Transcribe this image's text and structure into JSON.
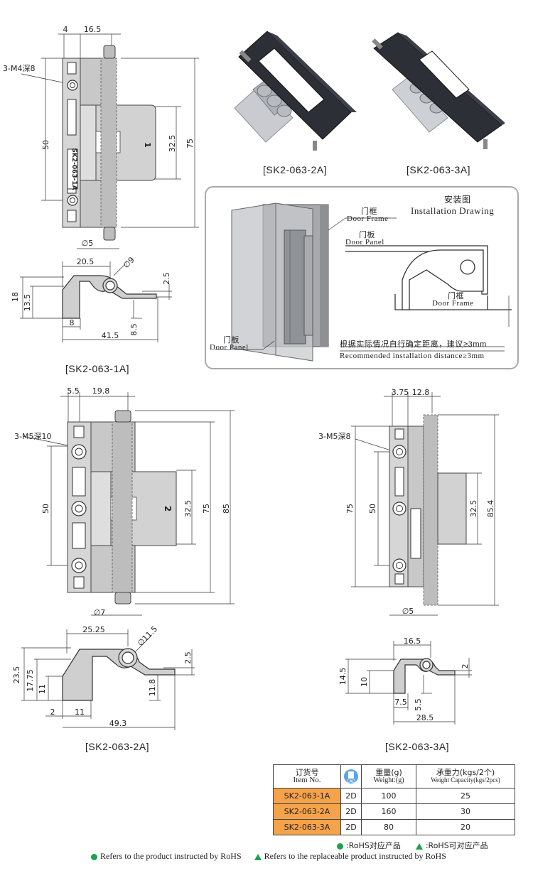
{
  "drawing_1a": {
    "top_dims": [
      "4",
      "16.5"
    ],
    "thread": "3-M4深8",
    "left_dim": "50",
    "right_dims": [
      "32.5",
      "75"
    ],
    "bottom_dim": "∅5",
    "part_mark": "SK2-063-1A",
    "side": {
      "width": "20.5",
      "hole": "∅9",
      "thick": "2.5",
      "h1": "18",
      "h2": "13.5",
      "b1": "8",
      "b2": "8.5",
      "total": "41.5"
    },
    "caption": "[SK2-063-1A]"
  },
  "photos": {
    "caption_2a": "[SK2-063-2A]",
    "caption_3a": "[SK2-063-3A]"
  },
  "installation": {
    "title_cn": "安装图",
    "title_en": "Installation Drawing",
    "door_frame_cn": "门框",
    "door_frame_en": "Door Frame",
    "door_panel_cn": "门板",
    "door_panel_en": "Door Panel",
    "door_frame2_cn": "门框",
    "door_frame2_en": "Door Frame",
    "door_panel2_cn": "门板",
    "door_panel2_en": "Door Panel",
    "note_cn": "根据实际情况自行确定距离，建议≥3mm",
    "note_en": "Recommended installation distance≥3mm"
  },
  "drawing_2a": {
    "top_dims": [
      "5.5",
      "19.8"
    ],
    "thread": "3-M5深10",
    "left_dim": "50",
    "right_dims": [
      "32.5",
      "75",
      "85"
    ],
    "bottom_dim": "∅7",
    "side": {
      "width": "25.25",
      "hole": "∅11.5",
      "thick": "2.5",
      "h1": "23.5",
      "h2": "17.75",
      "h3": "11",
      "b1": "2",
      "b2": "11",
      "b3": "11.8",
      "total": "49.3"
    },
    "caption": "[SK2-063-2A]"
  },
  "drawing_3a": {
    "top_dims": [
      "3.75",
      "12.8"
    ],
    "thread": "3-M5深8",
    "left_dims": [
      "75",
      "50"
    ],
    "right_dims": [
      "32.5",
      "85.4"
    ],
    "bottom_dim": "∅5",
    "side": {
      "width": "16.5",
      "thick": "2",
      "h1": "14.5",
      "h2": "10",
      "b1": "7.5",
      "b2": "5.5",
      "total": "28.5"
    },
    "caption": "[SK2-063-3A]"
  },
  "table": {
    "headers": [
      {
        "cn": "订货号",
        "en": "Item No."
      },
      {
        "cn": "",
        "en": "CAD"
      },
      {
        "cn": "重量(g)",
        "en": "Weight:(g)"
      },
      {
        "cn": "承重力(kgs/2个)",
        "en": "Weight Capacity(kgs/2pcs)"
      }
    ],
    "rows": [
      {
        "item": "SK2-063-1A",
        "cad": "2D",
        "weight": "100",
        "capacity": "25"
      },
      {
        "item": "SK2-063-2A",
        "cad": "2D",
        "weight": "160",
        "capacity": "30"
      },
      {
        "item": "SK2-063-3A",
        "cad": "2D",
        "weight": "80",
        "capacity": "20"
      }
    ]
  },
  "legend": {
    "rohs_cn": ":RoHS对应产品",
    "rohs_repl_cn": ":RoHS可对应产品",
    "rohs_en": "Refers to the product instructed by RoHS",
    "rohs_repl_en": "Refers to the replaceable product instructed by RoHS"
  },
  "colors": {
    "accent": "#f5a34b",
    "rohs_green": "#1aa34a",
    "cad_blue": "#5aa6e0",
    "box_border": "#a9a9a9",
    "metal": "#c9c9c9"
  }
}
